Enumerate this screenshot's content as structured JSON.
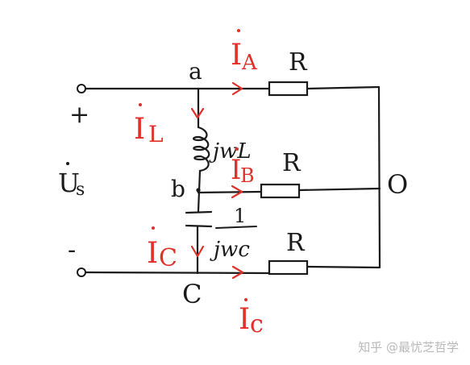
{
  "colors": {
    "wire": "#1a1a1a",
    "current": "#e0302a",
    "watermark": "#b9b9b9"
  },
  "labels": {
    "node_a": "a",
    "node_b": "b",
    "node_c": "C",
    "node_o": "O",
    "source": "U",
    "source_sub": "s",
    "plus": "+",
    "minus": "-",
    "R_top": "R",
    "R_mid": "R",
    "R_bot": "R",
    "inductor_imp": "jwL",
    "cap_num": "1",
    "cap_den": "jwc"
  },
  "currents": {
    "IA": {
      "main": "I",
      "sub": "A"
    },
    "IL": {
      "main": "I",
      "sub": "L"
    },
    "IB": {
      "main": "I",
      "sub": "B"
    },
    "IC_left": {
      "main": "I",
      "sub": "C"
    },
    "IC_bottom": {
      "main": "I",
      "sub": "c"
    }
  },
  "watermark": "知乎 @最忧芝哲学"
}
